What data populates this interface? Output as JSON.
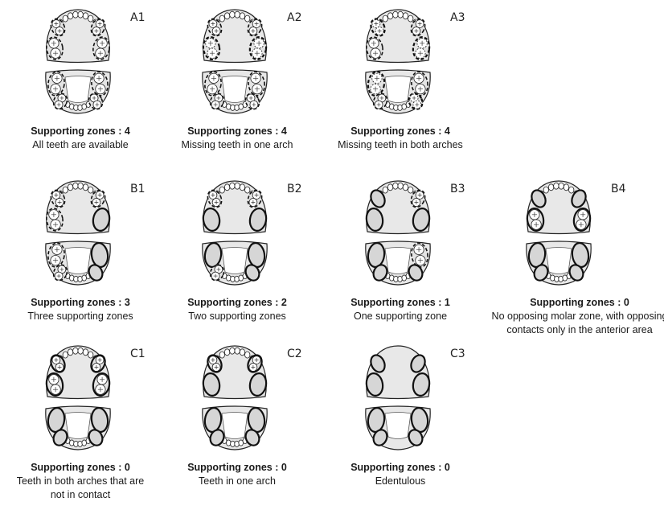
{
  "panels": [
    {
      "code": "A1",
      "zones": "Supporting zones : 4",
      "desc": "All teeth are available",
      "upper": [
        "d",
        "d",
        "d",
        "d"
      ],
      "lower": [
        "d",
        "d",
        "d",
        "d"
      ],
      "ant": true
    },
    {
      "code": "A2",
      "zones": "Supporting zones : 4",
      "desc": "Missing teeth in one arch",
      "upper": [
        "d",
        "D",
        "d",
        "D"
      ],
      "lower": [
        "d",
        "d",
        "d",
        "d"
      ],
      "ant": true
    },
    {
      "code": "A3",
      "zones": "Supporting zones : 4",
      "desc": "Missing teeth in both arches",
      "upper": [
        "D",
        "d",
        "d",
        "D"
      ],
      "lower": [
        "D",
        "d",
        "d",
        "D"
      ],
      "ant": true
    },
    {
      "code": "B1",
      "zones": "Supporting zones : 3",
      "desc": "Three supporting zones",
      "upper": [
        "d",
        "d",
        "d",
        "s"
      ],
      "lower": [
        "d",
        "d",
        "s",
        "s"
      ],
      "ant": true
    },
    {
      "code": "B2",
      "zones": "Supporting zones : 2",
      "desc": "Two supporting zones",
      "upper": [
        "d",
        "s",
        "d",
        "s"
      ],
      "lower": [
        "s",
        "d",
        "s",
        "s"
      ],
      "ant": true
    },
    {
      "code": "B3",
      "zones": "Supporting zones : 1",
      "desc": "One supporting zone",
      "upper": [
        "s",
        "s",
        "d",
        "s"
      ],
      "lower": [
        "s",
        "s",
        "d",
        "s"
      ],
      "ant": true
    },
    {
      "code": "B4",
      "zones": "Supporting zones : 0",
      "desc": "No opposing molar zone, with opposing",
      "desc2": "contacts only in the anterior area",
      "upper": [
        "s",
        "t",
        "s",
        "t"
      ],
      "lower": [
        "s",
        "s",
        "s",
        "s"
      ],
      "ant": true
    },
    {
      "code": "C1",
      "zones": "Supporting zones : 0",
      "desc": "Teeth in both arches that are",
      "desc2": "not in contact",
      "upper": [
        "t",
        "t",
        "t",
        "t"
      ],
      "lower": [
        "s",
        "s",
        "s",
        "s"
      ],
      "ant": true
    },
    {
      "code": "C2",
      "zones": "Supporting zones : 0",
      "desc": "Teeth in one arch",
      "upper": [
        "t",
        "s",
        "t",
        "s"
      ],
      "lower": [
        "s",
        "s",
        "s",
        "s"
      ],
      "ant": true
    },
    {
      "code": "C3",
      "zones": "Supporting zones : 0",
      "desc": "Edentulous",
      "upper": [
        "s",
        "s",
        "s",
        "s"
      ],
      "lower": [
        "s",
        "s",
        "s",
        "s"
      ],
      "ant": false
    }
  ]
}
